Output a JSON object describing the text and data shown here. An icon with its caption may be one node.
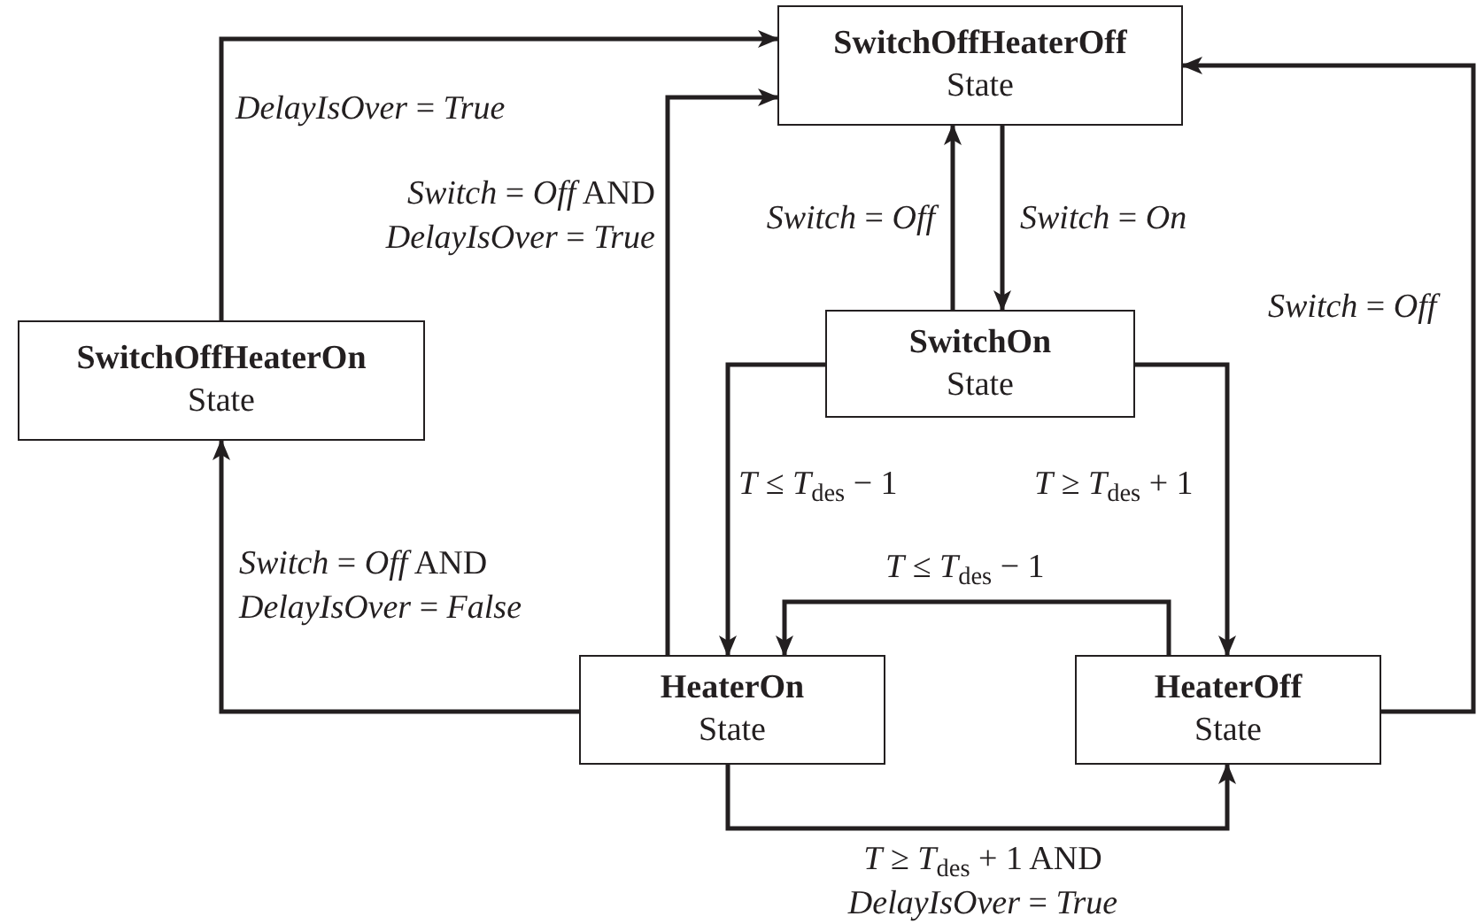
{
  "diagram": {
    "nodes": [
      {
        "text": [
          "SwitchOffHeaterOff",
          "State"
        ]
      },
      {
        "text": [
          "SwitchOffHeaterOn",
          "State"
        ]
      },
      {
        "text": [
          "SwitchOn",
          "State"
        ]
      },
      {
        "text": [
          "HeaterOn",
          "State"
        ]
      },
      {
        "text": [
          "HeaterOff",
          "State"
        ]
      }
    ],
    "edges": [
      {
        "from": 1,
        "to": 0,
        "arrow": "to",
        "label": "*DelayIsOver* = *True*"
      },
      {
        "from": 3,
        "to": 0,
        "arrow": "to",
        "label": "*Switch* = *Off* AND *DelayIsOver* = *True*"
      },
      {
        "from": 2,
        "to": 0,
        "arrow": "to",
        "label": "*Switch* = *Off*"
      },
      {
        "from": 0,
        "to": 2,
        "arrow": "to",
        "label": "*Switch* = *On*"
      },
      {
        "from": 2,
        "to": 3,
        "arrow": "to",
        "label": "*T* ≤ *T*$_{des}$ − 1"
      },
      {
        "from": 2,
        "to": 4,
        "arrow": "to",
        "label": "*T* ≥ *T*$_{des}$ + 1"
      },
      {
        "from": 4,
        "to": 3,
        "arrow": "to",
        "label": "*T* ≤ *T*$_{des}$ − 1"
      },
      {
        "from": 3,
        "to": 4,
        "arrow": "to",
        "label": "*T* ≥ *T*$_{des}$ + 1 AND *DelayIsOver* = *True*"
      },
      {
        "from": 3,
        "to": 1,
        "arrow": "to",
        "label": "*Switch* = *Off* AND *DelayIsOver* = *False*"
      },
      {
        "from": 4,
        "to": 0,
        "arrow": "to",
        "label": "*Switch* = *Off*"
      }
    ]
  }
}
